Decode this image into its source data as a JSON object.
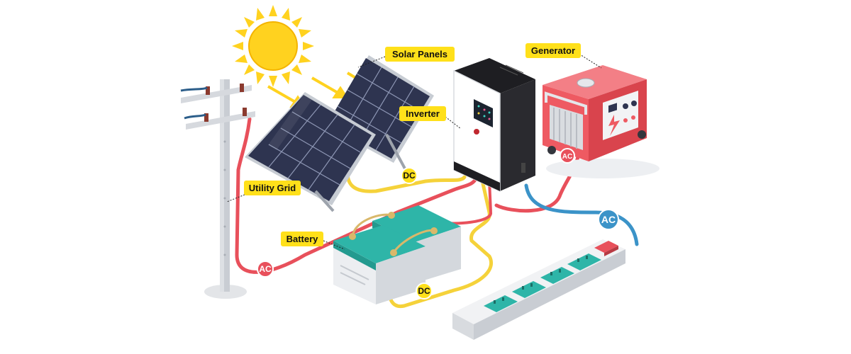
{
  "labels": {
    "solar_panels": "Solar Panels",
    "generator": "Generator",
    "inverter": "Inverter",
    "utility_grid": "Utility Grid",
    "battery": "Battery"
  },
  "badges": {
    "dc_panels": "DC",
    "dc_battery": "DC",
    "ac_grid": "AC",
    "ac_generator": "AC",
    "ac_output": "AC"
  },
  "colors": {
    "label_bg": "#FFE01A",
    "dc_wire": "#F5D23A",
    "ac_red": "#E8505B",
    "ac_blue": "#3B93C8",
    "generator_body": "#EE5A62",
    "battery_teal": "#2EB5A8",
    "panel_cells": "#2E3450",
    "sun": "#FFD21F"
  }
}
